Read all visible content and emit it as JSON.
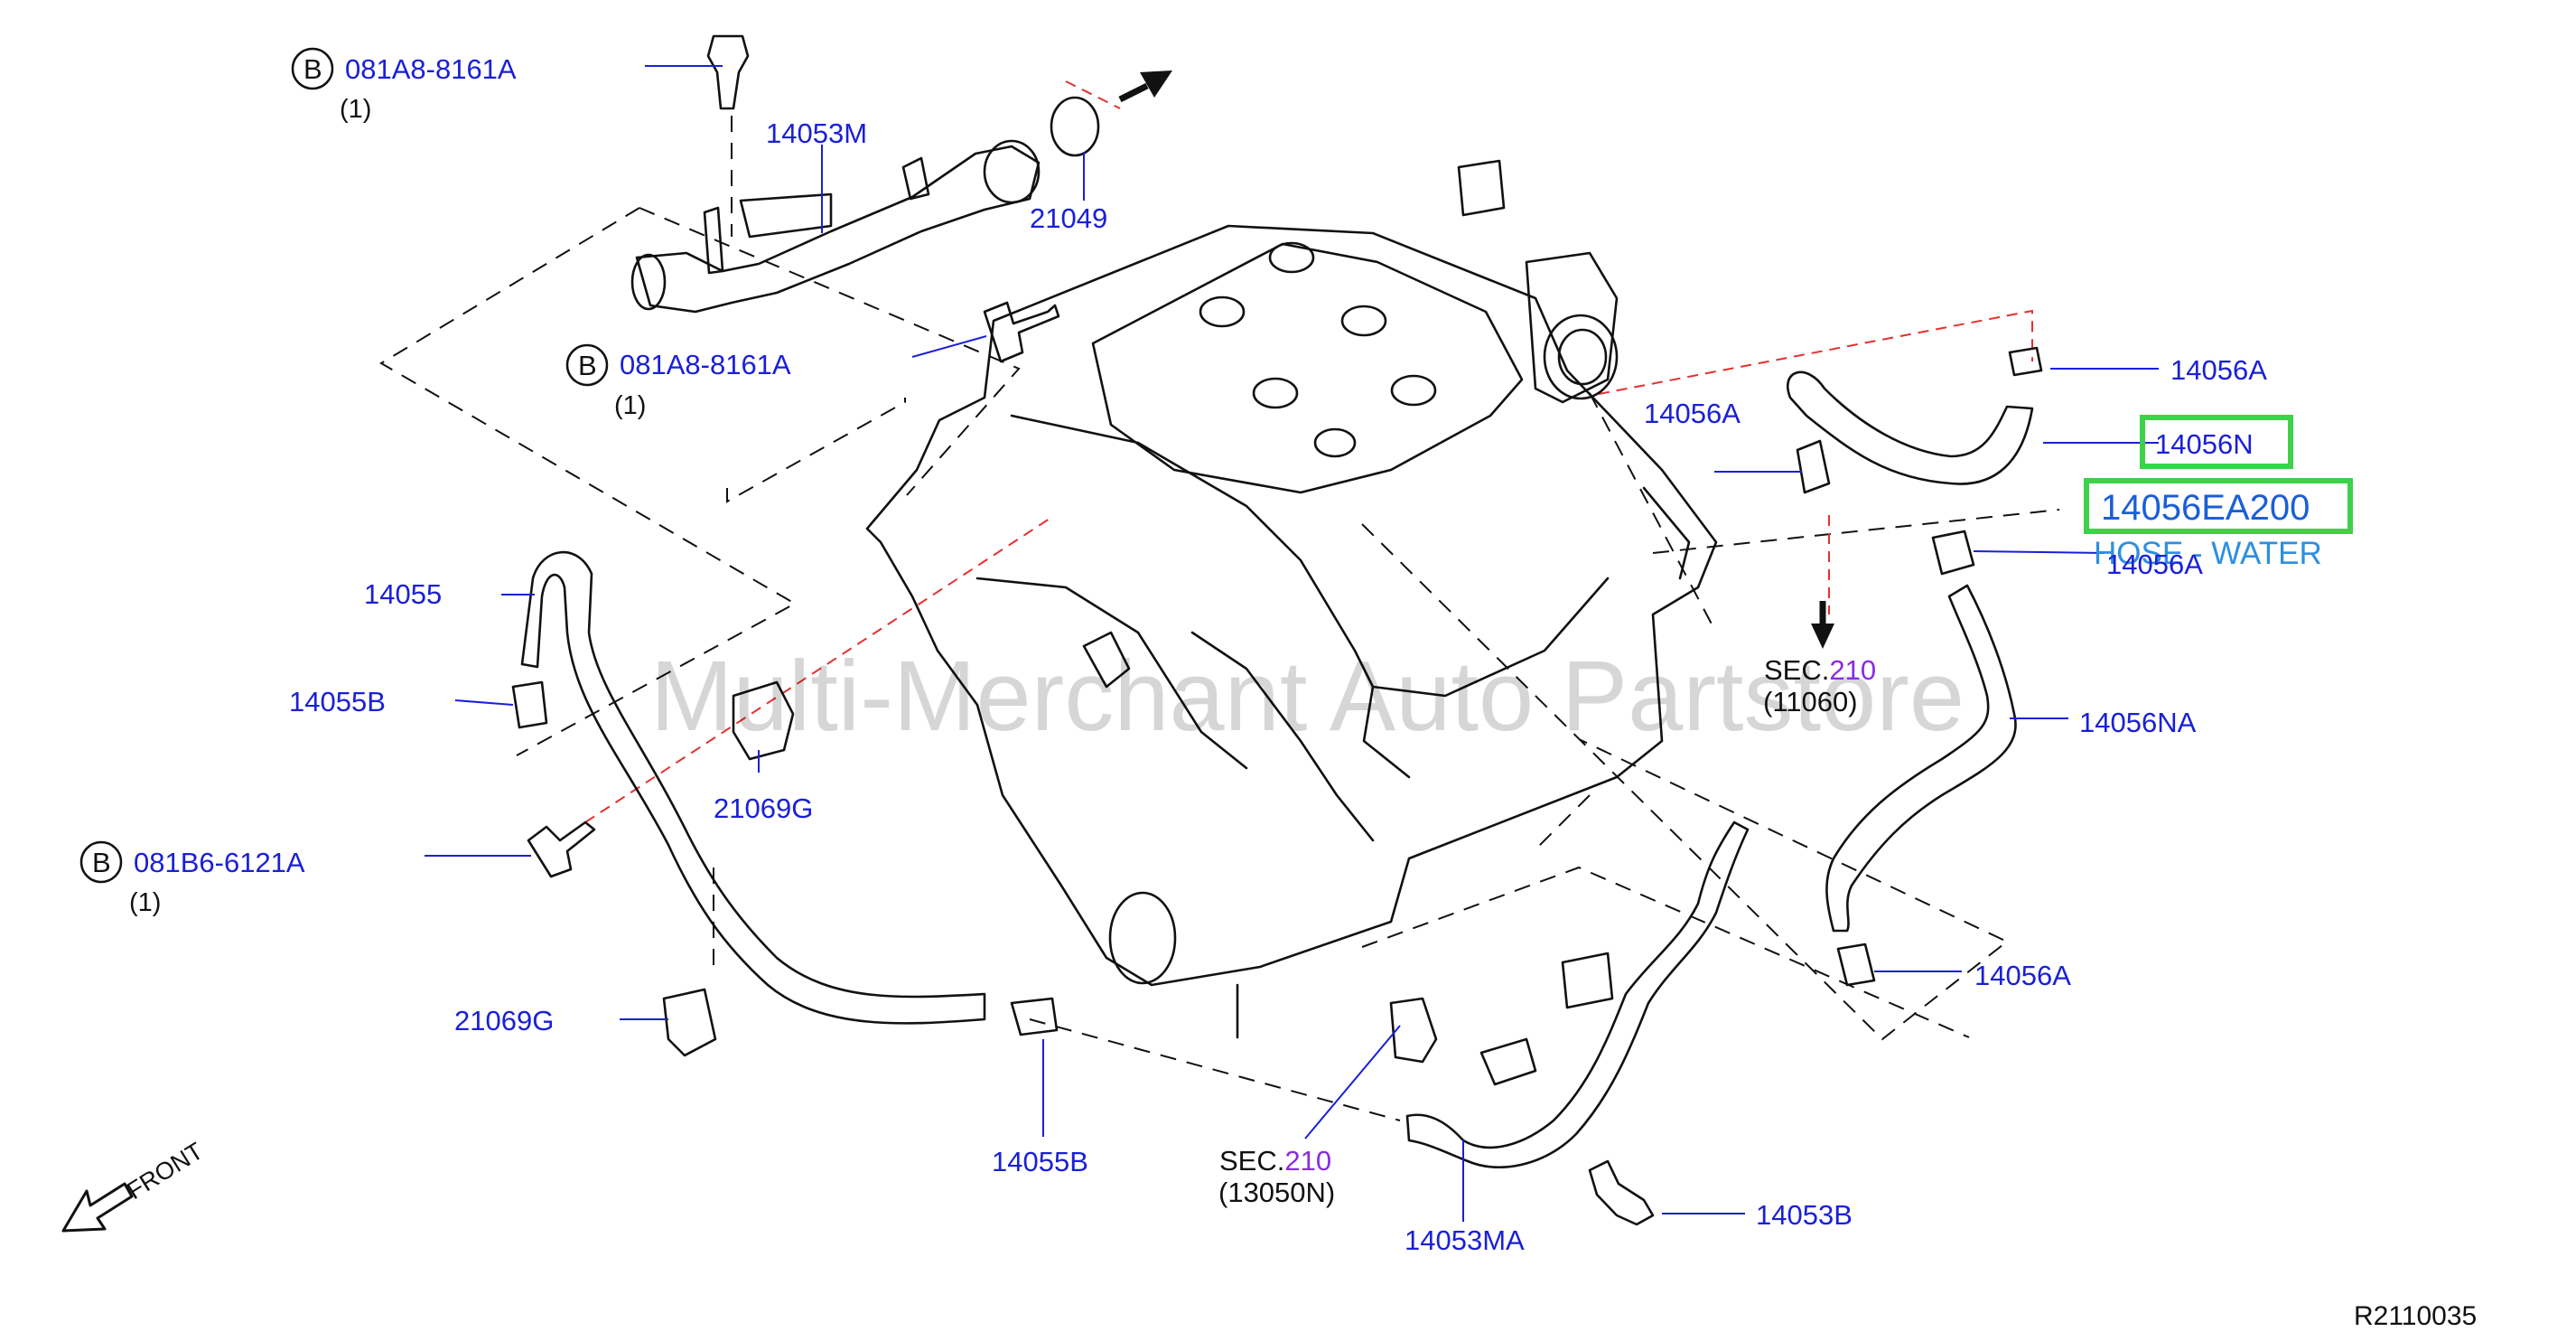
{
  "diagram": {
    "labels": {
      "bolt_top": "081A8-8161A",
      "bolt_top_qty": "(1)",
      "bolt_mid": "081A8-8161A",
      "bolt_mid_qty": "(1)",
      "bolt_low": "081B6-6121A",
      "bolt_low_qty": "(1)",
      "b_mark": "B",
      "p14053M": "14053M",
      "p21049": "21049",
      "p14055": "14055",
      "p14055B_left": "14055B",
      "p21069G_upper": "21069G",
      "p21069G_lower": "21069G",
      "p14055B_bottom": "14055B",
      "p14056A_top": "14056A",
      "p14056A_left": "14056A",
      "p14056N": "14056N",
      "p14056EA200": "14056EA200",
      "hose_name": "HOSE - WATER",
      "p14056A_right": "14056A",
      "p14056NA": "14056NA",
      "p14056A_lower": "14056A",
      "sec_right_prefix": "SEC.",
      "sec_right_num": "210",
      "sec_right_sub": "(11060)",
      "sec_bottom_prefix": "SEC.",
      "sec_bottom_num": "210",
      "sec_bottom_sub": "(13050N)",
      "p14053MA": "14053MA",
      "p14053B": "14053B",
      "front": "FRONT",
      "ref_code": "R2110035",
      "watermark": "Multi-Merchant Auto Partstore"
    },
    "colors": {
      "label_blue": "#1a20d6",
      "highlight_green": "#3cd24a",
      "section_purple": "#8a2be2",
      "dashed_red": "#e53030"
    }
  }
}
